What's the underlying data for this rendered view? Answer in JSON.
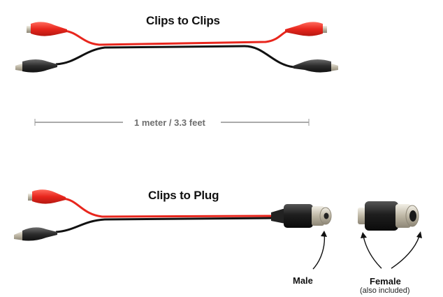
{
  "section1": {
    "title": "Clips to Clips"
  },
  "measurement": {
    "label": "1 meter / 3.3 feet",
    "line_color": "#777777"
  },
  "section2": {
    "title": "Clips to Plug",
    "labels": {
      "male": "Male",
      "female": "Female",
      "female_note": "(also included)"
    }
  },
  "colors": {
    "red_wire": "#e8261d",
    "red_clip": "#f0443a",
    "black_wire": "#111111",
    "black_clip": "#3a3a3a",
    "metal": "#c9c3b4"
  }
}
